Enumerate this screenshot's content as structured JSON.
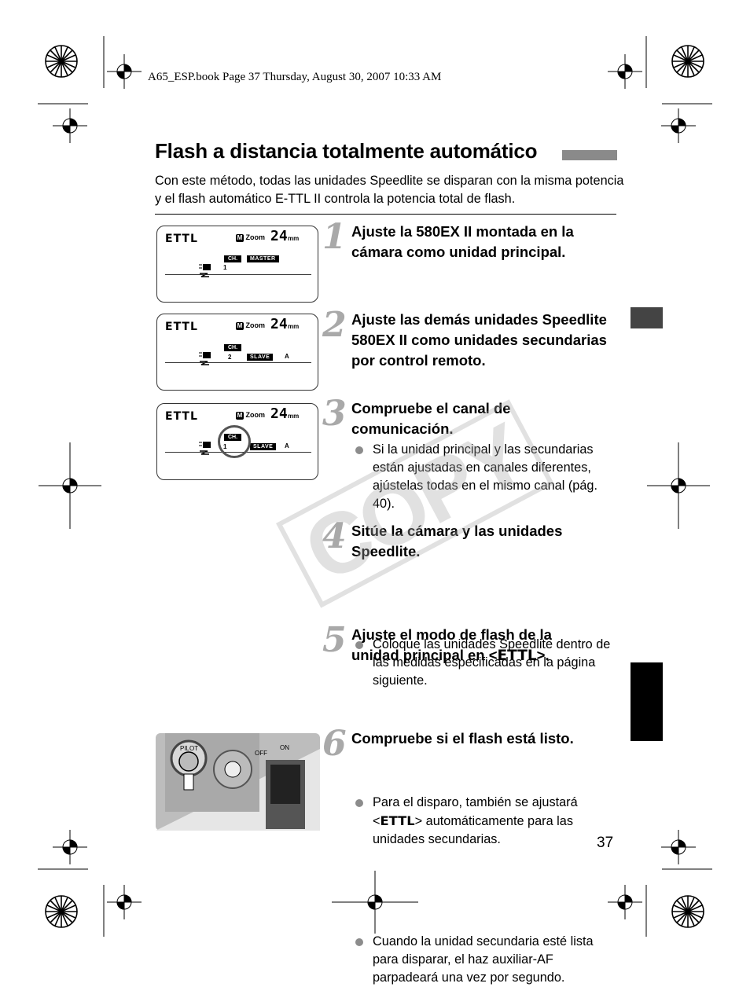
{
  "header": "A65_ESP.book  Page 37  Thursday, August 30, 2007  10:33 AM",
  "title": "Flash a distancia totalmente automático",
  "intro": "Con este método, todas las unidades Speedlite se disparan con la misma potencia y el flash automático E-TTL II controla la potencia total de flash.",
  "lcd_panels": [
    {
      "mode": "ETTL",
      "zoom": "Zoom",
      "focal": "24",
      "unit": "mm",
      "ch_label": "CH.",
      "role": "MASTER",
      "channel": "1",
      "group": ""
    },
    {
      "mode": "ETTL",
      "zoom": "Zoom",
      "focal": "24",
      "unit": "mm",
      "ch_label": "CH.",
      "role": "SLAVE",
      "channel": "2",
      "group": "A"
    },
    {
      "mode": "ETTL",
      "zoom": "Zoom",
      "focal": "24",
      "unit": "mm",
      "ch_label": "CH.",
      "role": "SLAVE",
      "channel": "1",
      "group": "A"
    }
  ],
  "steps": [
    {
      "num": "1",
      "title": "Ajuste la 580EX II montada en la cámara como unidad principal.",
      "bullet": ""
    },
    {
      "num": "2",
      "title": "Ajuste las demás unidades Speedlite 580EX II como unidades secundarias por control remoto.",
      "bullet": ""
    },
    {
      "num": "3",
      "title": "Compruebe el canal de comunicación.",
      "bullet": "Si la unidad principal y las secundarias están ajustadas en canales diferentes, ajústelas todas en el mismo canal (pág. 40)."
    },
    {
      "num": "4",
      "title": "Sitúe la cámara y las unidades Speedlite.",
      "bullet": "Coloque las unidades Speedlite dentro de las medidas especificadas en la página siguiente."
    },
    {
      "num": "5",
      "title_pre": "Ajuste el modo de flash de la unidad principal en <",
      "title_ettl": "ETTL",
      "title_post": ">.",
      "bullet_pre": "Para el disparo, también se ajustará <",
      "bullet_ettl": "ETTL",
      "bullet_post": "> automáticamente para las unidades secundarias."
    },
    {
      "num": "6",
      "title": "Compruebe si el flash está listo.",
      "bullet": "Cuando la unidad secundaria esté lista para disparar, el haz auxiliar-AF parpadeará una vez por segundo."
    }
  ],
  "photo": {
    "pilot": "PILOT",
    "on": "ON",
    "off": "OFF"
  },
  "watermark": "COPY",
  "page_number": "37"
}
